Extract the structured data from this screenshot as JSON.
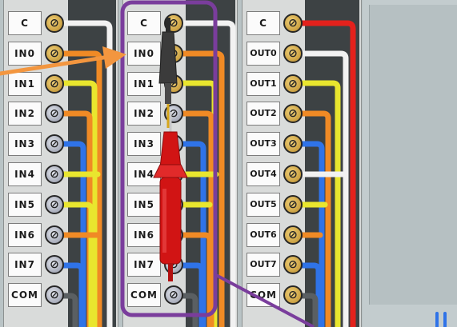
{
  "modules": [
    {
      "id": "input-module-1",
      "terminals": [
        {
          "label": "C",
          "screw": "gold"
        },
        {
          "label": "IN0",
          "screw": "gold"
        },
        {
          "label": "IN1",
          "screw": "gold"
        },
        {
          "label": "IN2",
          "screw": "grey"
        },
        {
          "label": "IN3",
          "screw": "grey"
        },
        {
          "label": "IN4",
          "screw": "grey"
        },
        {
          "label": "IN5",
          "screw": "grey"
        },
        {
          "label": "IN6",
          "screw": "grey"
        },
        {
          "label": "IN7",
          "screw": "grey"
        },
        {
          "label": "COM",
          "screw": "grey"
        }
      ]
    },
    {
      "id": "input-module-2",
      "terminals": [
        {
          "label": "C",
          "screw": "gold"
        },
        {
          "label": "IN0",
          "screw": "gold"
        },
        {
          "label": "IN1",
          "screw": "gold"
        },
        {
          "label": "IN2",
          "screw": "grey"
        },
        {
          "label": "IN3",
          "screw": "grey"
        },
        {
          "label": "IN4",
          "screw": "grey"
        },
        {
          "label": "IN5",
          "screw": "grey"
        },
        {
          "label": "IN6",
          "screw": "grey"
        },
        {
          "label": "IN7",
          "screw": "grey"
        },
        {
          "label": "COM",
          "screw": "grey"
        }
      ]
    },
    {
      "id": "output-module",
      "terminals": [
        {
          "label": "C",
          "screw": "gold"
        },
        {
          "label": "OUT0",
          "screw": "gold"
        },
        {
          "label": "OUT1",
          "screw": "gold"
        },
        {
          "label": "OUT2",
          "screw": "gold"
        },
        {
          "label": "OUT3",
          "screw": "gold"
        },
        {
          "label": "OUT4",
          "screw": "gold"
        },
        {
          "label": "OUT5",
          "screw": "gold"
        },
        {
          "label": "OUT6",
          "screw": "gold"
        },
        {
          "label": "OUT7",
          "screw": "gold"
        },
        {
          "label": "COM",
          "screw": "gold"
        }
      ]
    }
  ],
  "screw_glyph": "⊘",
  "colors": {
    "panel": "#d9dbda",
    "rail": "#3d4244",
    "wire_white": "#f2f2f2",
    "wire_orange": "#f08a25",
    "wire_yellow": "#e9e62e",
    "wire_blue": "#2f73e8",
    "wire_red": "#e3211c",
    "arrow_orange": "#f3963f",
    "highlight_purple": "#7a3d9c",
    "probe_black": "#3b3b3b",
    "probe_red": "#d11414"
  }
}
